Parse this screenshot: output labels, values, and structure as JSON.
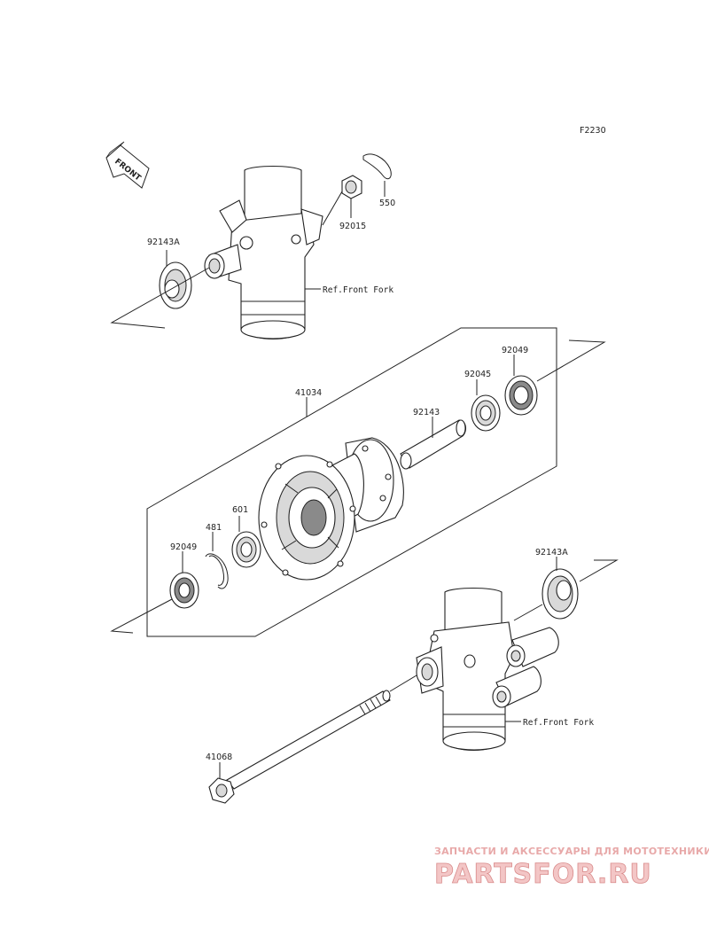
{
  "diagram": {
    "code": "F2230",
    "front_label": "FRONT",
    "parts": {
      "p550": "550",
      "p92015": "92015",
      "p92143A_top": "92143A",
      "p92143A_bottom": "92143A",
      "p41034": "41034",
      "p92049_right": "92049",
      "p92045": "92045",
      "p92143": "92143",
      "p601": "601",
      "p481": "481",
      "p92049_left": "92049",
      "p41068": "41068"
    },
    "refs": {
      "fork_top": "Ref.Front Fork",
      "fork_bottom": "Ref.Front Fork"
    }
  },
  "watermark": {
    "tagline": "ЗАПЧАСТИ И АКСЕССУАРЫ ДЛЯ МОТОТЕХНИКИ",
    "logo": "PARTSFOR.RU"
  }
}
